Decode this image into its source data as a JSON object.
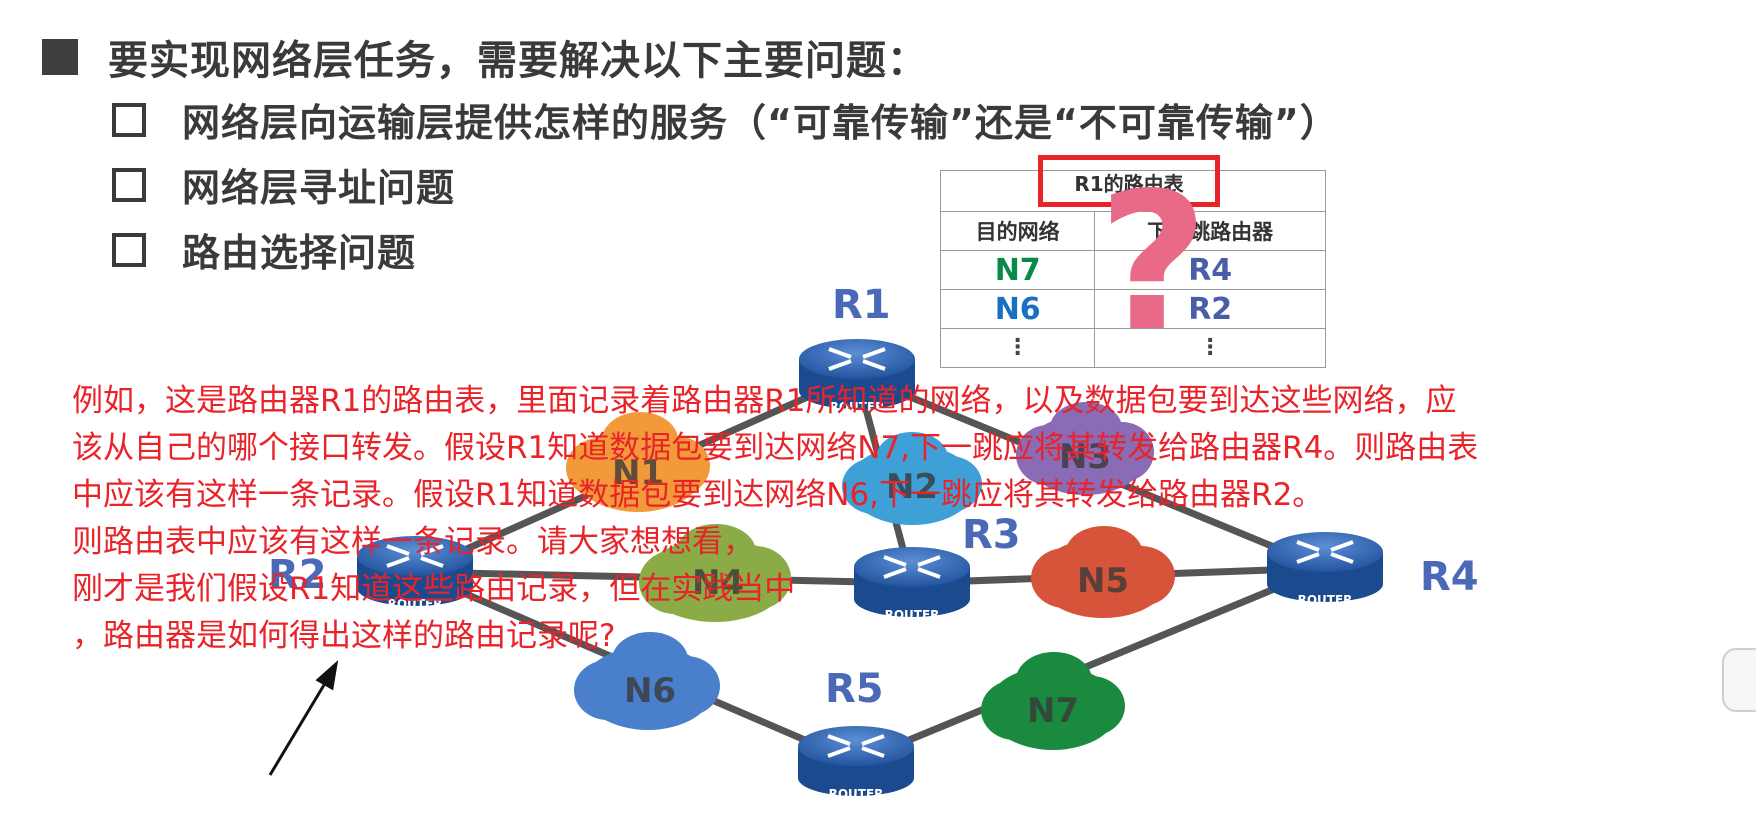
{
  "slide": {
    "heading": "要实现网络层任务，需要解决以下主要问题：",
    "items": [
      "网络层向运输层提供怎样的服务（“可靠传输”还是“不可靠传输”）",
      "网络层寻址问题",
      "路由选择问题"
    ]
  },
  "routing_table": {
    "title": "R1的路由表",
    "col_dest": "目的网络",
    "col_next": "下一跳路由器",
    "rows": [
      {
        "dest": "N7",
        "next": "R4",
        "dest_color": "#0a8a4a",
        "next_color": "#4a5ea8"
      },
      {
        "dest": "N6",
        "next": "R2",
        "dest_color": "#1a6fc0",
        "next_color": "#4a5ea8"
      }
    ],
    "ellipsis": "⋮",
    "question_mark": "?"
  },
  "routers": [
    {
      "id": "R1",
      "badge": "ROUTER"
    },
    {
      "id": "R2",
      "badge": "ROUTER"
    },
    {
      "id": "R3",
      "badge": "ROUTER"
    },
    {
      "id": "R4",
      "badge": "ROUTER"
    },
    {
      "id": "R5",
      "badge": "ROUTER"
    }
  ],
  "networks": [
    {
      "id": "N1",
      "color": "#f29a3a"
    },
    {
      "id": "N2",
      "color": "#3fa0d8"
    },
    {
      "id": "N3",
      "color": "#8a6bb5"
    },
    {
      "id": "N4",
      "color": "#8aab45"
    },
    {
      "id": "N5",
      "color": "#d6543a"
    },
    {
      "id": "N6",
      "color": "#4a7fcc"
    },
    {
      "id": "N7",
      "color": "#1a8a3e"
    }
  ],
  "caption": {
    "lines": [
      "例如，这是路由器R1的路由表，里面记录着路由器R1所知道的网络，以及数据包要到达这些网络，应",
      "该从自己的哪个接口转发。假设R1知道数据包要到达网络N7,下一跳应将其转发给路由器R4。则路由表",
      "中应该有这样一条记录。假设R1知道数据包要到达网络N6,下一跳应将其转发给路由器R2。",
      "则路由表中应该有这样一条记录。请大家想想看，",
      "刚才是我们假设R1知道这些路由记录，但在实践当中",
      "，路由器是如何得出这样的路由记录呢?"
    ]
  },
  "colors": {
    "router_label": "#4a6ab8",
    "caption": "#e8242a",
    "highlight_box": "#e8242a",
    "question_mark": "#e86a88",
    "link": "#555555"
  }
}
